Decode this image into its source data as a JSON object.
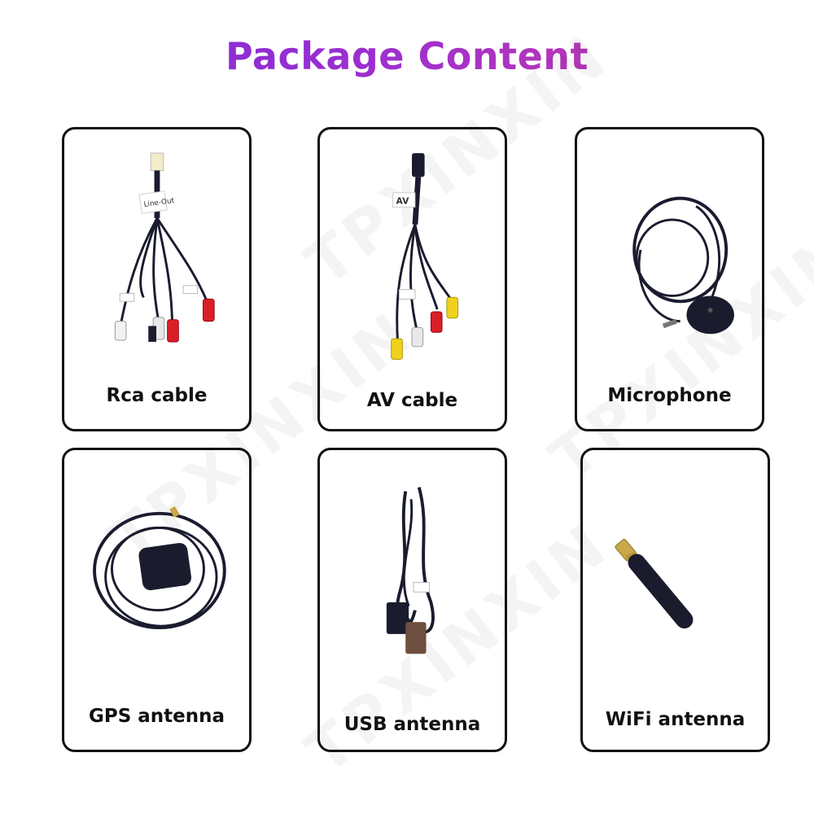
{
  "title": "Package Content",
  "watermark": "TPXINXIN",
  "colors": {
    "title_start": "#7a2bd9",
    "title_end": "#d23fa0",
    "border": "#111111",
    "cable": "#1a1c2e"
  },
  "items": [
    {
      "label": "Rca cable",
      "icon": "rca-cable-icon",
      "tag": "Line-Out"
    },
    {
      "label": "AV cable",
      "icon": "av-cable-icon",
      "tag": "AV"
    },
    {
      "label": "Microphone",
      "icon": "microphone-icon"
    },
    {
      "label": "GPS antenna",
      "icon": "gps-antenna-icon"
    },
    {
      "label": "USB antenna",
      "icon": "usb-antenna-icon"
    },
    {
      "label": "WiFi antenna",
      "icon": "wifi-antenna-icon"
    }
  ]
}
